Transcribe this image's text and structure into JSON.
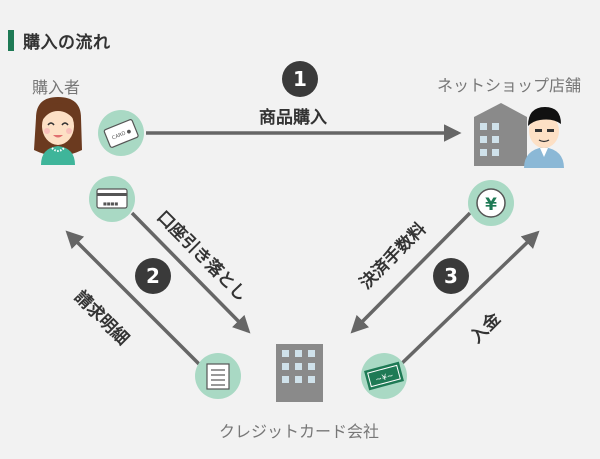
{
  "heading": "購入の流れ",
  "actors": {
    "buyer": "購入者",
    "shop": "ネットショップ店舗",
    "card_company": "クレジットカード会社"
  },
  "steps": [
    {
      "number": "1",
      "label": "商品購入"
    },
    {
      "number": "2",
      "label_down": "口座引き落とし",
      "label_up": "請求明細"
    },
    {
      "number": "3",
      "label_down": "決済手数料",
      "label_up": "入金"
    }
  ],
  "icons": {
    "card_text": "CARD ●",
    "card_number": "■■■■",
    "yen_symbol": "¥",
    "banknote_text": "~¥~"
  },
  "colors": {
    "accent": "#1e7a55",
    "icon_circle": "#a9d9c4",
    "arrow": "#666666",
    "number_badge": "#3a3a3a",
    "building": "#8a8a8a"
  }
}
